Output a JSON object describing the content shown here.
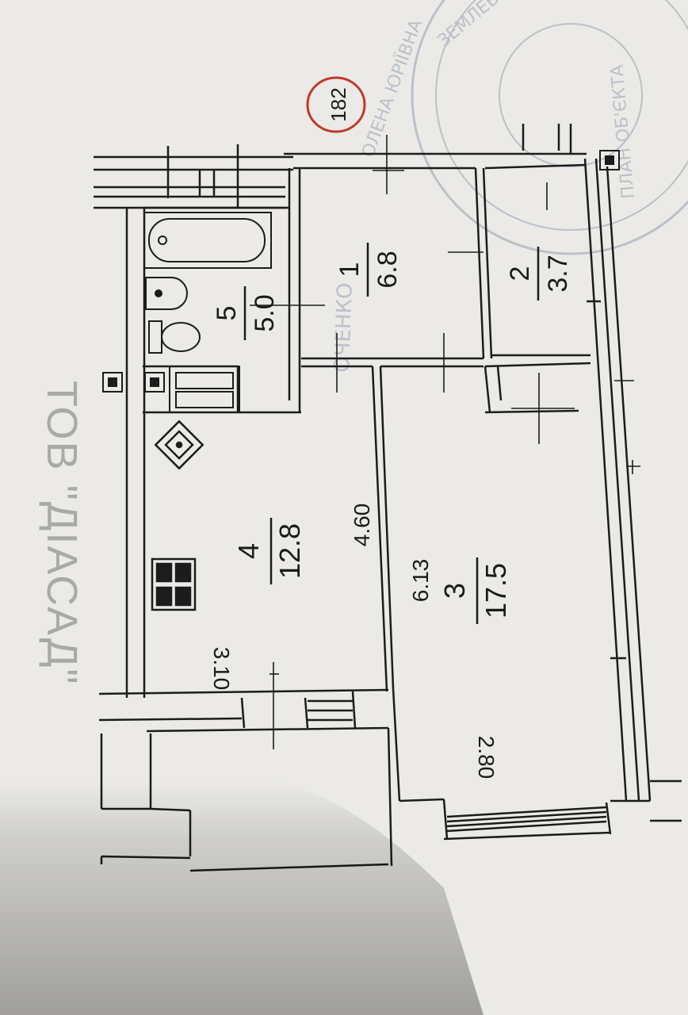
{
  "watermark": {
    "company": "ТОВ \"ДІАСАД\""
  },
  "plan": {
    "sheet_number": "182",
    "rooms": [
      {
        "id": "1",
        "number": "1",
        "area": "6.8"
      },
      {
        "id": "2",
        "number": "2",
        "area": "3.7"
      },
      {
        "id": "3",
        "number": "3",
        "area": "17.5"
      },
      {
        "id": "4",
        "number": "4",
        "area": "12.8"
      },
      {
        "id": "5",
        "number": "5",
        "area": "5.0"
      }
    ],
    "dimensions": {
      "kitchen_width": "4.60",
      "room_length": "6.13",
      "kitchen_depth": "3.10",
      "room_width": "2.80"
    }
  },
  "colors": {
    "paper": "#e9e8e3",
    "ink": "#1c1c1c",
    "stamp_blue": "#8a97ad",
    "circle_red": "#c0392b"
  }
}
